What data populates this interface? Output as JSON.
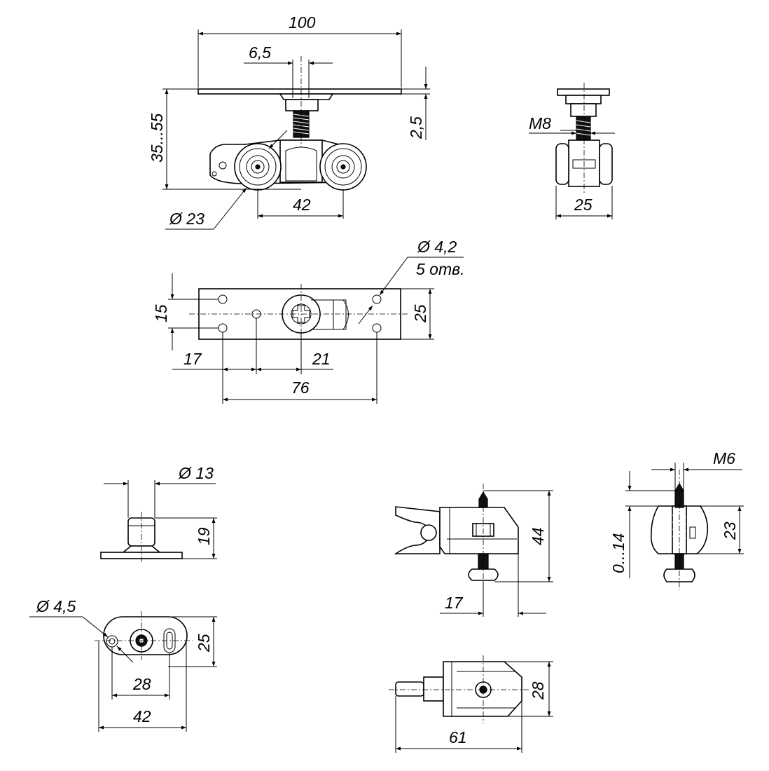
{
  "dimensions": {
    "d100": "100",
    "d6_5": "6,5",
    "d35_55": "35...55",
    "d2_5": "2,5",
    "dia23": "Ø 23",
    "d42_top": "42",
    "m8": "M8",
    "d25_side": "25",
    "dia4_2": "Ø 4,2",
    "holes5": "5 отв.",
    "d15": "15",
    "d25_plate": "25",
    "d17_plate": "17",
    "d21": "21",
    "d76": "76",
    "dia13": "Ø 13",
    "d19": "19",
    "dia4_5": "Ø 4,5",
    "d25_base": "25",
    "d28_base": "28",
    "d42_base": "42",
    "d44": "44",
    "d17_clamp": "17",
    "m6": "M6",
    "d0_14": "0...14",
    "d23": "23",
    "d28_bottom": "28",
    "d61": "61"
  }
}
